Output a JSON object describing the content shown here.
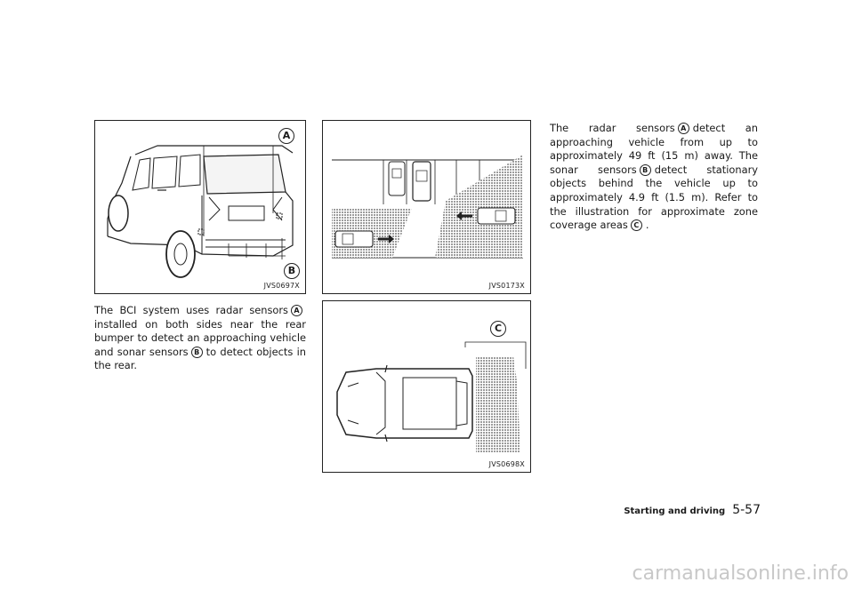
{
  "figures": {
    "fig1": {
      "code": "JVS0697X",
      "callout_a": "A",
      "callout_b": "B"
    },
    "fig2": {
      "code": "JVS0173X"
    },
    "fig3": {
      "code": "JVS0698X",
      "callout_c": "C"
    }
  },
  "left_text": {
    "line1": "The BCI system uses radar sensors",
    "badge1": "A",
    "line2": "installed on both sides near the rear bumper to detect an approaching vehicle and sonar sensors",
    "badge2": "B",
    "line3": "to detect objects in the rear."
  },
  "right_text": {
    "part1": "The radar sensors",
    "badge1": "A",
    "part2": "detect an approaching vehicle from up to approximately 49 ft (15 m) away. The sonar sensors",
    "badge2": "B",
    "part3": "detect stationary objects behind the vehicle up to approximately 4.9 ft (1.5 m). Refer to the illustration for approximate zone coverage areas",
    "badge3": "C",
    "part4": "."
  },
  "footer": {
    "section": "Starting and driving",
    "page": "5-57"
  },
  "watermark": "carmanualsonline.info"
}
